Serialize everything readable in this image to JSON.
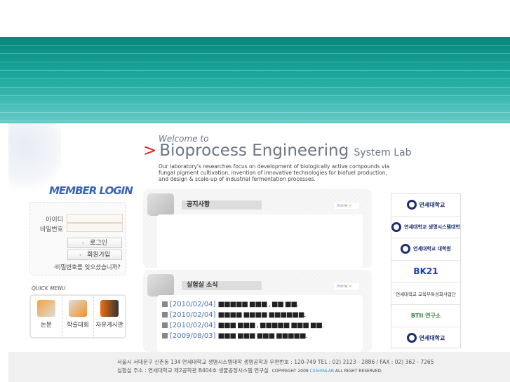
{
  "header": {
    "welcome": "Welcome to",
    "title": "Bioprocess Engineering",
    "title_sub": "System Lab",
    "description": "Our laboratory's researches focus on development of biologically active compounds via fungal pigment cultivation, invention of innovative technologies for biofuel production, and design & scale-up of industrial fermentation processes."
  },
  "login": {
    "title": "MEMBER LOGIN",
    "id_label": "아이디",
    "pw_label": "비밀번호",
    "id_value": "",
    "pw_value": "",
    "login_button": "로그인",
    "join_button": "회원가입",
    "forgot": "·비밀번호를 잊으셨습니까?"
  },
  "quick_menu": {
    "title": "QUICK MENU",
    "items": [
      {
        "label": "논문",
        "icon": "book-icon"
      },
      {
        "label": "학술대회",
        "icon": "conference-icon"
      },
      {
        "label": "자유게시판",
        "icon": "board-icon"
      }
    ]
  },
  "notice": {
    "title": "공지사항",
    "more": "more",
    "items": []
  },
  "news": {
    "title": "실험실 소식",
    "more": "more",
    "items": [
      {
        "date": "[2010/02/04]",
        "text": "■■■■■ ■■■ , ■■ ■■."
      },
      {
        "date": "[2010/02/04]",
        "text": "■■■■ ■■■■ ■■■■■■."
      },
      {
        "date": "[2010/02/04]",
        "text": "■■■ ■■■ , ■■■■■ ■■■ ■■."
      },
      {
        "date": "[2009/08/03]",
        "text": "■■■ ■■■ ■■■ ■■■■■."
      }
    ]
  },
  "links": [
    {
      "label": "연세대학교"
    },
    {
      "label": "연세대학교 생명시스템대학"
    },
    {
      "label": "연세대학교 대학원"
    },
    {
      "label": "BK21"
    },
    {
      "label": "연세대학교 교육부특성화사업단"
    },
    {
      "label": "BTII 연구소"
    },
    {
      "label": "연세대학교"
    }
  ],
  "footer": {
    "line1": "서울시 서대문구 신촌동 134 연세대학교 생명시스템대학 생명공학과  우편번호 : 120-749  TEL : 02) 2123 - 2886  /  FAX : 02) 362 - 7265",
    "line2": "실험실 주소 : 연세대학교 제2공학관 B404호 생물공정시스템 연구실",
    "copyright": "COPYRIGHT 2009",
    "brand": "CSSHINLAB",
    "rights": "ALL RIGHT RESERVED."
  },
  "colors": {
    "band": "#1aa79c",
    "accent": "#e02020",
    "date": "#4a74b0",
    "login_title": "#3a63b0"
  }
}
